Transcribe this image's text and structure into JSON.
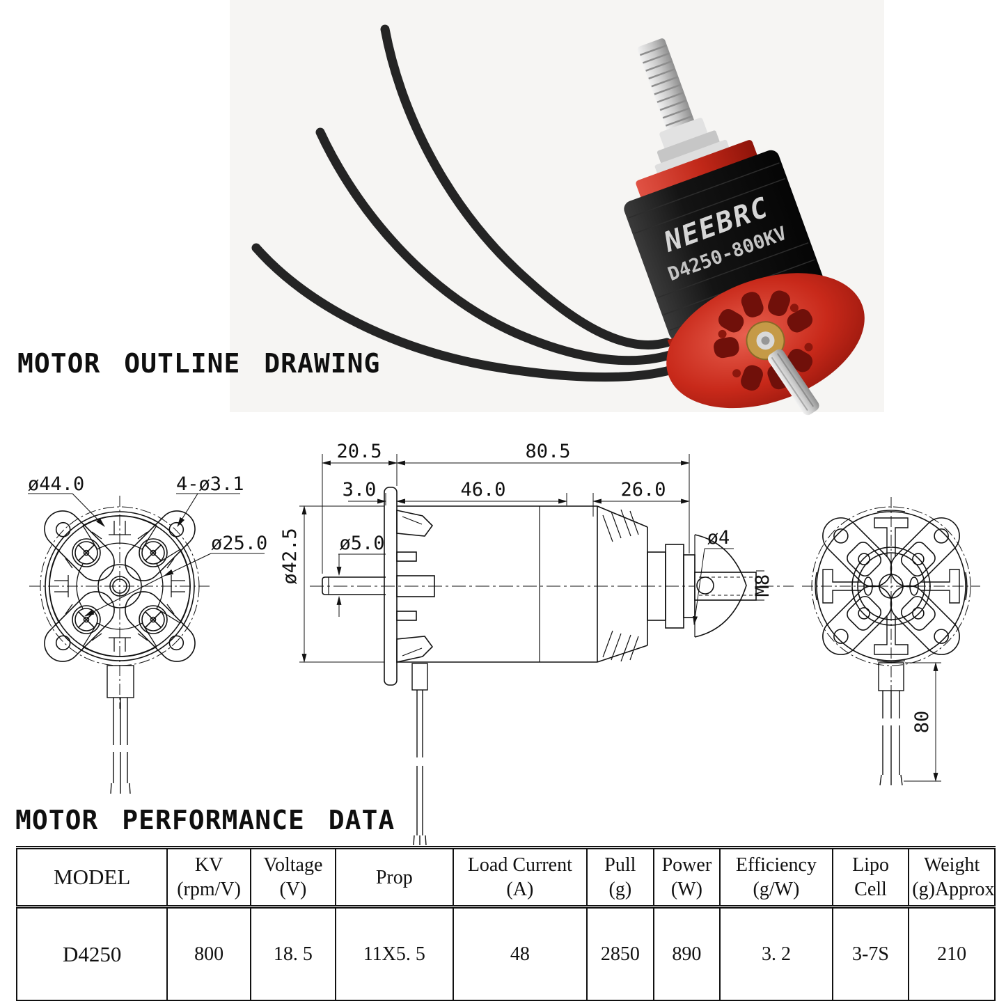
{
  "titles": {
    "outline": "MOTOR OUTLINE DRAWING",
    "performance": "MOTOR PERFORMANCE DATA"
  },
  "photo": {
    "background": "#f6f5f3",
    "brand_logo": "NEEBRC",
    "model_label": "D4250-800KV",
    "body_color": "#151515",
    "accent_red": "#c23a2e",
    "silver": "#d8d8d8",
    "wire_color": "#242424"
  },
  "drawing": {
    "front_view": {
      "case_diameter": "ø44.0",
      "mount_holes": "4-ø3.1",
      "bolt_circle": "ø25.0"
    },
    "side_view": {
      "shaft_length": "20.5",
      "total_length": "80.5",
      "flange_thickness": "3.0",
      "body_length": "46.0",
      "rear_length": "26.0",
      "body_diameter": "ø42.5",
      "shaft_diameter": "ø5.0",
      "prop_shaft_diameter": "ø4",
      "thread_spec": "M8"
    },
    "rear_view": {
      "wire_length": "80"
    }
  },
  "table": {
    "headers": [
      {
        "l1": "MODEL",
        "l2": ""
      },
      {
        "l1": "KV",
        "l2": "(rpm/V)"
      },
      {
        "l1": "Voltage",
        "l2": "(V)"
      },
      {
        "l1": "Prop",
        "l2": ""
      },
      {
        "l1": "Load Current",
        "l2": "(A)"
      },
      {
        "l1": "Pull",
        "l2": "(g)"
      },
      {
        "l1": "Power",
        "l2": "(W)"
      },
      {
        "l1": "Efficiency",
        "l2": "(g/W)"
      },
      {
        "l1": "Lipo",
        "l2": "Cell"
      },
      {
        "l1": "Weight",
        "l2": "(g)Approx"
      }
    ],
    "row": [
      "D4250",
      "800",
      "18. 5",
      "11X5. 5",
      "48",
      "2850",
      "890",
      "3. 2",
      "3-7S",
      "210"
    ]
  }
}
